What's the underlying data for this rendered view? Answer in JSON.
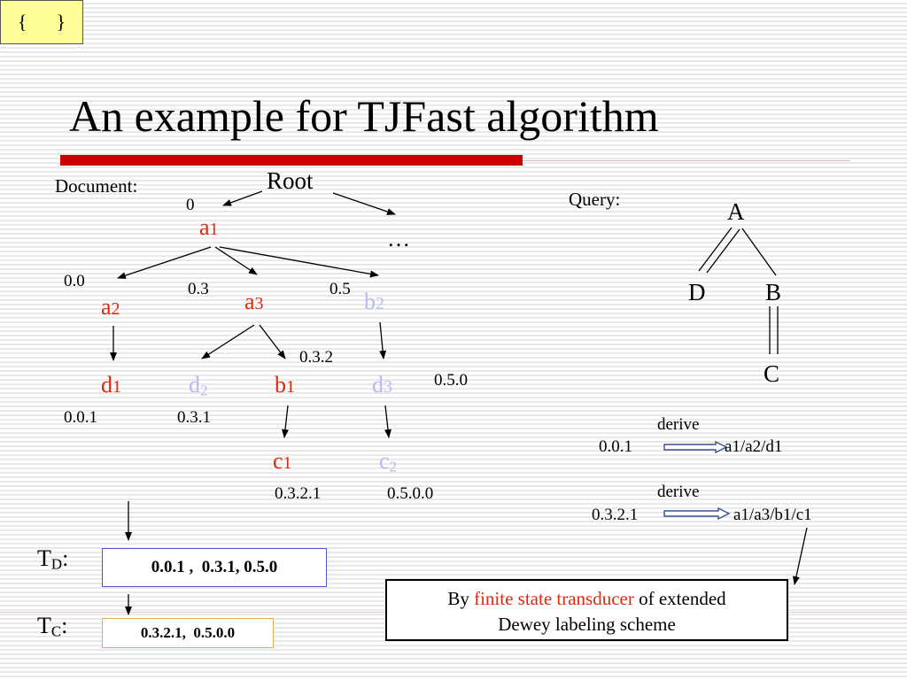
{
  "title": "An example for TJFast algorithm",
  "document_label": "Document:",
  "query_label": "Query:",
  "brace_box": "{      }",
  "doc_tree": {
    "root": "Root",
    "ellipsis": "…",
    "nodes": [
      {
        "id": "a1",
        "base": "a",
        "sub": "1",
        "color": "red"
      },
      {
        "id": "a2",
        "base": "a",
        "sub": "2",
        "color": "red"
      },
      {
        "id": "a3",
        "base": "a",
        "sub": "3",
        "color": "red"
      },
      {
        "id": "b2",
        "base": "b",
        "sub": "2",
        "color": "faint"
      },
      {
        "id": "d1",
        "base": "d",
        "sub": "1",
        "color": "red"
      },
      {
        "id": "d2",
        "base": "d",
        "sub": "2",
        "color": "faint"
      },
      {
        "id": "b1",
        "base": "b",
        "sub": "1",
        "color": "red"
      },
      {
        "id": "d3",
        "base": "d",
        "sub": "3",
        "color": "faint"
      },
      {
        "id": "c1",
        "base": "c",
        "sub": "1",
        "color": "red"
      },
      {
        "id": "c2",
        "base": "c",
        "sub": "2",
        "color": "faint"
      }
    ],
    "labels": {
      "l_0": "0",
      "l_00": "0.0",
      "l_03": "0.3",
      "l_05": "0.5",
      "l_032": "0.3.2",
      "l_050": "0.5.0",
      "l_001": "0.0.1",
      "l_031": "0.3.1",
      "l_0321": "0.3.2.1",
      "l_0500": "0.5.0.0"
    }
  },
  "query_tree": {
    "A": "A",
    "D": "D",
    "B": "B",
    "C": "C"
  },
  "derive": [
    {
      "label": "derive",
      "from": "0.0.1",
      "to": "a1/a2/d1"
    },
    {
      "label": "derive",
      "from": "0.3.2.1",
      "to": "a1/a3/b1/c1"
    }
  ],
  "td": {
    "label_main": "T",
    "label_sub": "D",
    "colon": ":",
    "value": "0.0.1 ,  0.3.1, 0.5.0"
  },
  "tc": {
    "label_main": "T",
    "label_sub": "C",
    "colon": ":",
    "value": "0.3.2.1,  0.5.0.0"
  },
  "fst_box": {
    "line1_prefix": "By ",
    "line1_highlight": "finite state transducer",
    "line1_suffix": " of extended",
    "line2": "Dewey labeling scheme"
  },
  "colors": {
    "red": "#e0280f",
    "faint": "#b8b8f2",
    "title_bar": "#cc0000"
  }
}
